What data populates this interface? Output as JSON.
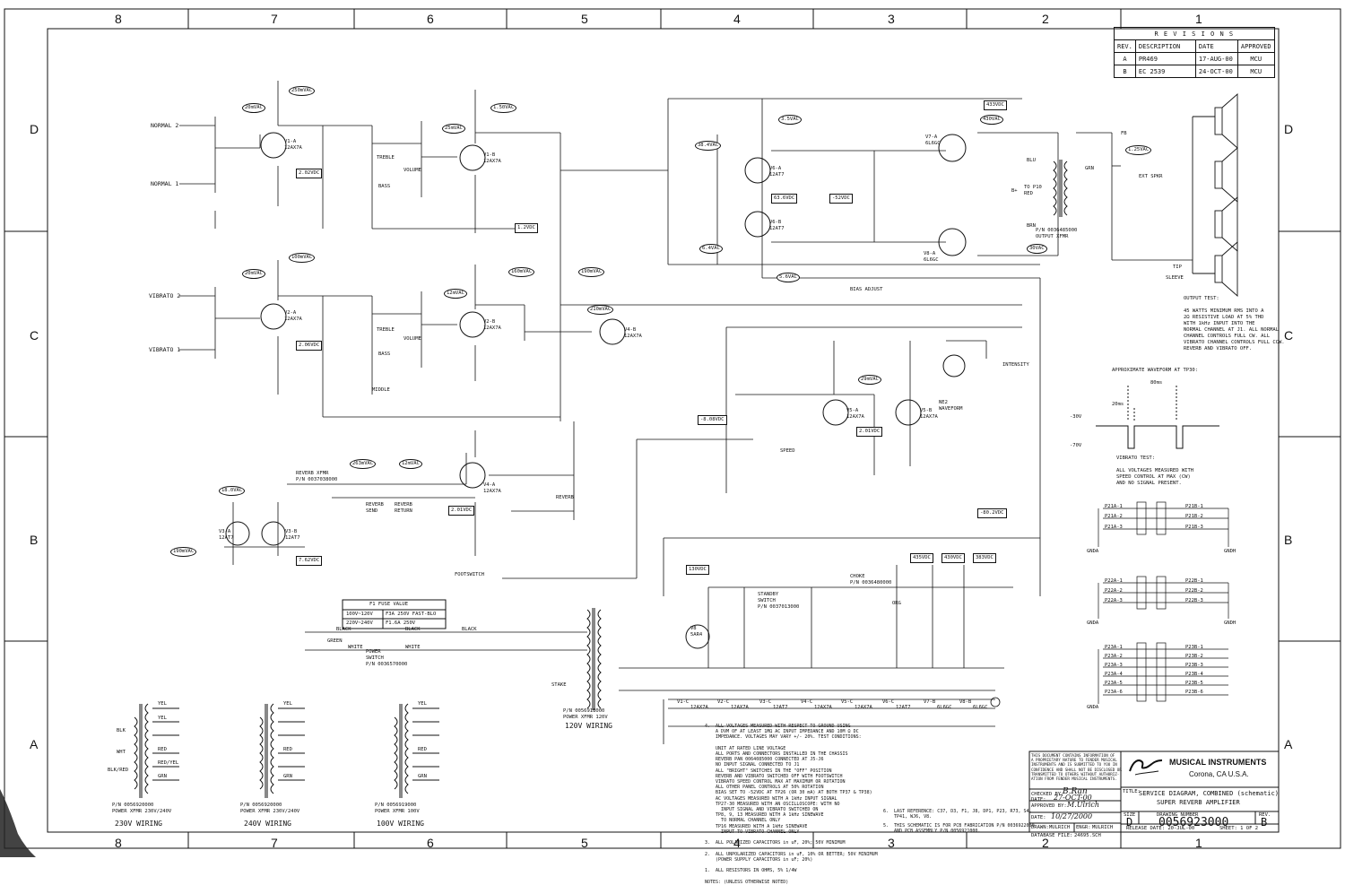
{
  "zones": {
    "cols": [
      "8",
      "7",
      "6",
      "5",
      "4",
      "3",
      "2",
      "1"
    ],
    "rows": [
      "D",
      "C",
      "B",
      "A"
    ]
  },
  "revisions": {
    "title": "R E V I S I O N S",
    "headers": [
      "REV.",
      "DESCRIPTION",
      "DATE",
      "APPROVED"
    ],
    "rows": [
      {
        "rev": "A",
        "desc": "PR469",
        "date": "17-AUG-00",
        "approved": "MCU"
      },
      {
        "rev": "B",
        "desc": "EC 2539",
        "date": "24-OCT-00",
        "approved": "MCU"
      }
    ]
  },
  "inputs": {
    "normal2": "NORMAL 2",
    "normal1": "NORMAL 1",
    "vibrato2": "VIBRATO 2",
    "vibrato1": "VIBRATO 1"
  },
  "tubes": {
    "v1a": "V1-A\n12AX7A",
    "v1b": "V1-B\n12AX7A",
    "v2a": "V2-A\n12AX7A",
    "v2b": "V2-B\n12AX7A",
    "v3a": "V3-A\n12AT7",
    "v3b": "V3-B\n12AT7",
    "v4a": "V4-A\n12AX7A",
    "v4b": "V4-B\n12AX7A",
    "v5a": "V5-A\n12AX7A",
    "v5b": "V5-B\n12AX7A",
    "v6a": "V6-A\n12AT7",
    "v6b": "V6-B\n12AT7",
    "v7a": "V7-A\n6L6GC",
    "v8a": "V8-A\n6L6GC",
    "v8": "V8\n5AR4"
  },
  "controls": {
    "treble1": "TREBLE",
    "bass1": "BASS",
    "volume1": "VOLUME",
    "treble2": "TREBLE",
    "bass2": "BASS",
    "middle2": "MIDDLE",
    "volume2": "VOLUME",
    "reverb": "REVERB",
    "speed": "SPEED",
    "intensity": "INTENSITY",
    "bias_adjust": "BIAS ADJUST",
    "reverb_send": "REVERB\nSEND",
    "reverb_return": "REVERB\nRETURN",
    "footswitch": "FOOTSWITCH",
    "reverb_xfmr": "REVERB XFMR\nP/N 0037038000",
    "power_switch": "POWER\nSWITCH\nP/N 0036570000",
    "standby_switch": "STANDBY\nSWITCH\nP/N 0037013000",
    "choke": "CHOKE\nP/N 0036480000",
    "output_xfmr": "P/N 0036485000\nOUTPUT XFMR",
    "ext_spkr": "EXT SPKR",
    "ne_waveform": "NE2\nWAVEFORM"
  },
  "test_points": [
    "20mVAC",
    "250mVAC",
    "2.02VDC",
    "25mVAC",
    "1.50VAC",
    "29mVAC",
    "20mVAC",
    "100mVAC",
    "2.06VDC",
    "12mVAC",
    "160mVAC",
    "190mVAC",
    "210mVAC",
    "1.2VDC",
    "3.5VAC",
    "38.4VAC",
    "63.6VDC",
    "-52VDC",
    "433VDC",
    "430VAC",
    "2.01VDC",
    "7.62VDC",
    "18.0VAC",
    "190mVAC",
    "263mVAC",
    "12mVAC",
    "-8.08VDC",
    "2.01VDC",
    "-80.2VDC",
    "435VDC",
    "430VDC",
    "383VDC",
    "130VDC",
    "5.6VAC",
    "1.25VAC",
    "30VAC",
    "6.4VAC"
  ],
  "fuse": {
    "title": "F1 FUSE VALUE",
    "row1a": "100V~120V",
    "row1b": "F3A 250V FAST-BLO",
    "row2a": "220V~240V",
    "row2b": "F1.6A 250V"
  },
  "ac_line": {
    "black": "BLACK",
    "green": "GREEN",
    "white": "WHITE",
    "wiring120": "120V WIRING",
    "pn120": "P/N 0056918000\nPOWER XFMR 120V"
  },
  "wiring": [
    {
      "label": "230V WIRING",
      "pn": "P/N 0056920000\nPOWER XFMR 230V/240V"
    },
    {
      "label": "240V WIRING",
      "pn": "P/N 0056920000\nPOWER XFMR 230V/240V"
    },
    {
      "label": "100V WIRING",
      "pn": "P/N 0056919000\nPOWER XFMR 100V"
    }
  ],
  "wire_colors": [
    "YEL",
    "YEL",
    "RED",
    "RED/YEL",
    "GRN",
    "GRN",
    "BLK",
    "WHT",
    "BLK/RED"
  ],
  "output_test": "OUTPUT TEST:\n\n45 WATTS MINIMUM RMS INTO A\n2Ω RESISTIVE LOAD AT 5% THD\nWITH 1kHz INPUT INTO THE\nNORMAL CHANNEL AT J1. ALL NORMAL\nCHANNEL CONTROLS FULL CW. ALL\nVIBRATO CHANNEL CONTROLS FULL CCW.\nREVERB AND VIBRATO OFF.",
  "waveform": {
    "title": "APPROXIMATE WAVEFORM AT TP30:",
    "t1": "80ms",
    "t2": "20ms",
    "v1": "-30V",
    "v2": "-70V"
  },
  "vibrato_test": "VIBRATO TEST:\n\nALL VOLTAGES MEASURED WITH\nSPEED CONTROL AT MAX (CW)\nAND NO SIGNAL PRESENT.",
  "connectors": {
    "p21a": [
      "P21A-1",
      "P21A-2",
      "P21A-3"
    ],
    "p21b": [
      "P21B-1",
      "P21B-2",
      "P21B-3"
    ],
    "p22a": [
      "P22A-1",
      "P22A-2",
      "P22A-3"
    ],
    "p22b": [
      "P22B-1",
      "P22B-2",
      "P22B-3"
    ],
    "p23a": [
      "P23A-1",
      "P23A-2",
      "P23A-3",
      "P23A-4",
      "P23A-5",
      "P23A-6"
    ],
    "p23b": [
      "P23B-1",
      "P23B-2",
      "P23B-3",
      "P23B-4",
      "P23B-5",
      "P23B-6"
    ],
    "gnda": "GNDA",
    "gndh": "GNDH"
  },
  "heater_string": [
    "V1-C",
    "V2-C",
    "V3-C",
    "V4-C",
    "V5-C",
    "V6-C",
    "V7-B",
    "V8-B"
  ],
  "heater_types": [
    "12AX7A",
    "12AX7A",
    "12AT7",
    "12AX7A",
    "12AX7A",
    "12AT7",
    "6L6GC",
    "6L6GC"
  ],
  "notes": {
    "main": "4.  ALL VOLTAGES MEASURED WITH RESPECT TO GROUND USING\n    A DVM OF AT LEAST 1MΩ AC INPUT IMPEDANCE AND 10M Ω DC\n    IMPEDANCE. VOLTAGES MAY VARY +/- 20%. TEST CONDITIONS:\n\n    UNIT AT RATED LINE VOLTAGE\n    ALL PORTS AND CONNECTORS INSTALLED IN THE CHASSIS\n    REVERB PAN 0064085000 CONNECTED AT J5-J6\n    NO INPUT SIGNAL CONNECTED TO J1\n    ALL \"BRIGHT\" SWITCHES IN THE \"OFF\" POSITION\n    REVERB AND VIBRATO SWITCHED OFF WITH FOOTSWITCH\n    VIBRATO SPEED CONTROL MAX AT MAXIMUM OR ROTATION\n    ALL OTHER PANEL CONTROLS AT 50% ROTATION\n    BIAS SET TO -52VDC AT TP26 (OR 30 mA) AT BOTH TP37 & TP38)\n    AC VOLTAGES MEASURED WITH A 1kHz INPUT SIGNAL\n    TP27-30 MEASURED WITH AN OSCILLOSCOPE: WITH NO\n      INPUT SIGNAL AND VIBRATO SWITCHED ON\n    TP8, 9, 13 MEASURED WITH A 1kHz SINEWAVE\n      TO NORMAL CHANNEL ONLY\n    TP16 MEASURED WITH A 1kHz SINEWAVE\n      INPUT TO VIBRATO CHANNEL ONLY\n\n3.  ALL POLARIZED CAPACITORS in uF, 20%; 50V MINIMUM\n\n2.  ALL UNPOLARIZED CAPACITORS in uF, 10% OR BETTER; 50V MINIMUM\n    (POWER SUPPLY CAPACITORS in uF; 20%)\n\n1.  ALL RESISTORS IN OHMS, 5% 1/4W\n\nNOTES: (UNLESS OTHERWISE NOTED)",
    "n6": "6.  LAST REFERENCE: C37, D3, F1, J8, DP1, P23, R73, S4,\n    TP41, WJ6, V8.",
    "n5": "5.  THIS SCHEMATIC IS FOR PCB FABRICATION P/N 0036922000\n    AND PCB ASSEMBLY P/N 0056921000."
  },
  "title_block": {
    "confidential": "THIS DOCUMENT CONTAINS INFORMATION OF\nA PROPRIETARY NATURE TO FENDER MUSICAL\nINSTRUMENTS AND IS SUBMITTED TO YOU IN\nCONFIDENCE AND SHALL NOT BE DISCLOSED OR\nTRANSMITTED TO OTHERS WITHOUT AUTHORIZ-\nATION FROM FENDER MUSICAL INSTRUMENTS.",
    "company": "MUSICAL INSTRUMENTS",
    "city": "Corona, CA U.S.A.",
    "title_lbl": "TITLE:",
    "title1": "SERVICE DIAGRAM, COMBINED (schematic)",
    "title2": "SUPER REVERB AMPLIFIER",
    "checked_lbl": "CHECKED BY:",
    "checked_sig": "B.Ran",
    "date1_lbl": "DATE:",
    "date1": "27-OCT-00",
    "approved_lbl": "APPROVED BY:",
    "approved_sig": "M.Ulrich",
    "date2_lbl": "DATE:",
    "date2": "10/27/2000",
    "drawn_lbl": "DRAWN:",
    "drawn": "MULRICH",
    "engr_lbl": "ENGR:",
    "engr": "MULRICH",
    "dbfile_lbl": "DATABASE FILE:",
    "dbfile": "24695.SCH",
    "size_lbl": "SIZE",
    "size": "D",
    "dwgno_lbl": "DRAWING NUMBER",
    "dwgno": "0056923000",
    "rev_lbl": "REV.",
    "rev": "B",
    "release": "RELEASE DATE:  20-JUL-00",
    "sheet": "SHEET:  1  OF  2"
  },
  "misc": {
    "fb": "FB",
    "b_plus": "B+",
    "to_p10": "TO P10\nRED",
    "tip": "TIP",
    "sleeve": "SLEEVE",
    "stake": "STAKE",
    "grn": "GRN",
    "blu": "BLU",
    "brn": "BRN",
    "org": "ORG"
  }
}
